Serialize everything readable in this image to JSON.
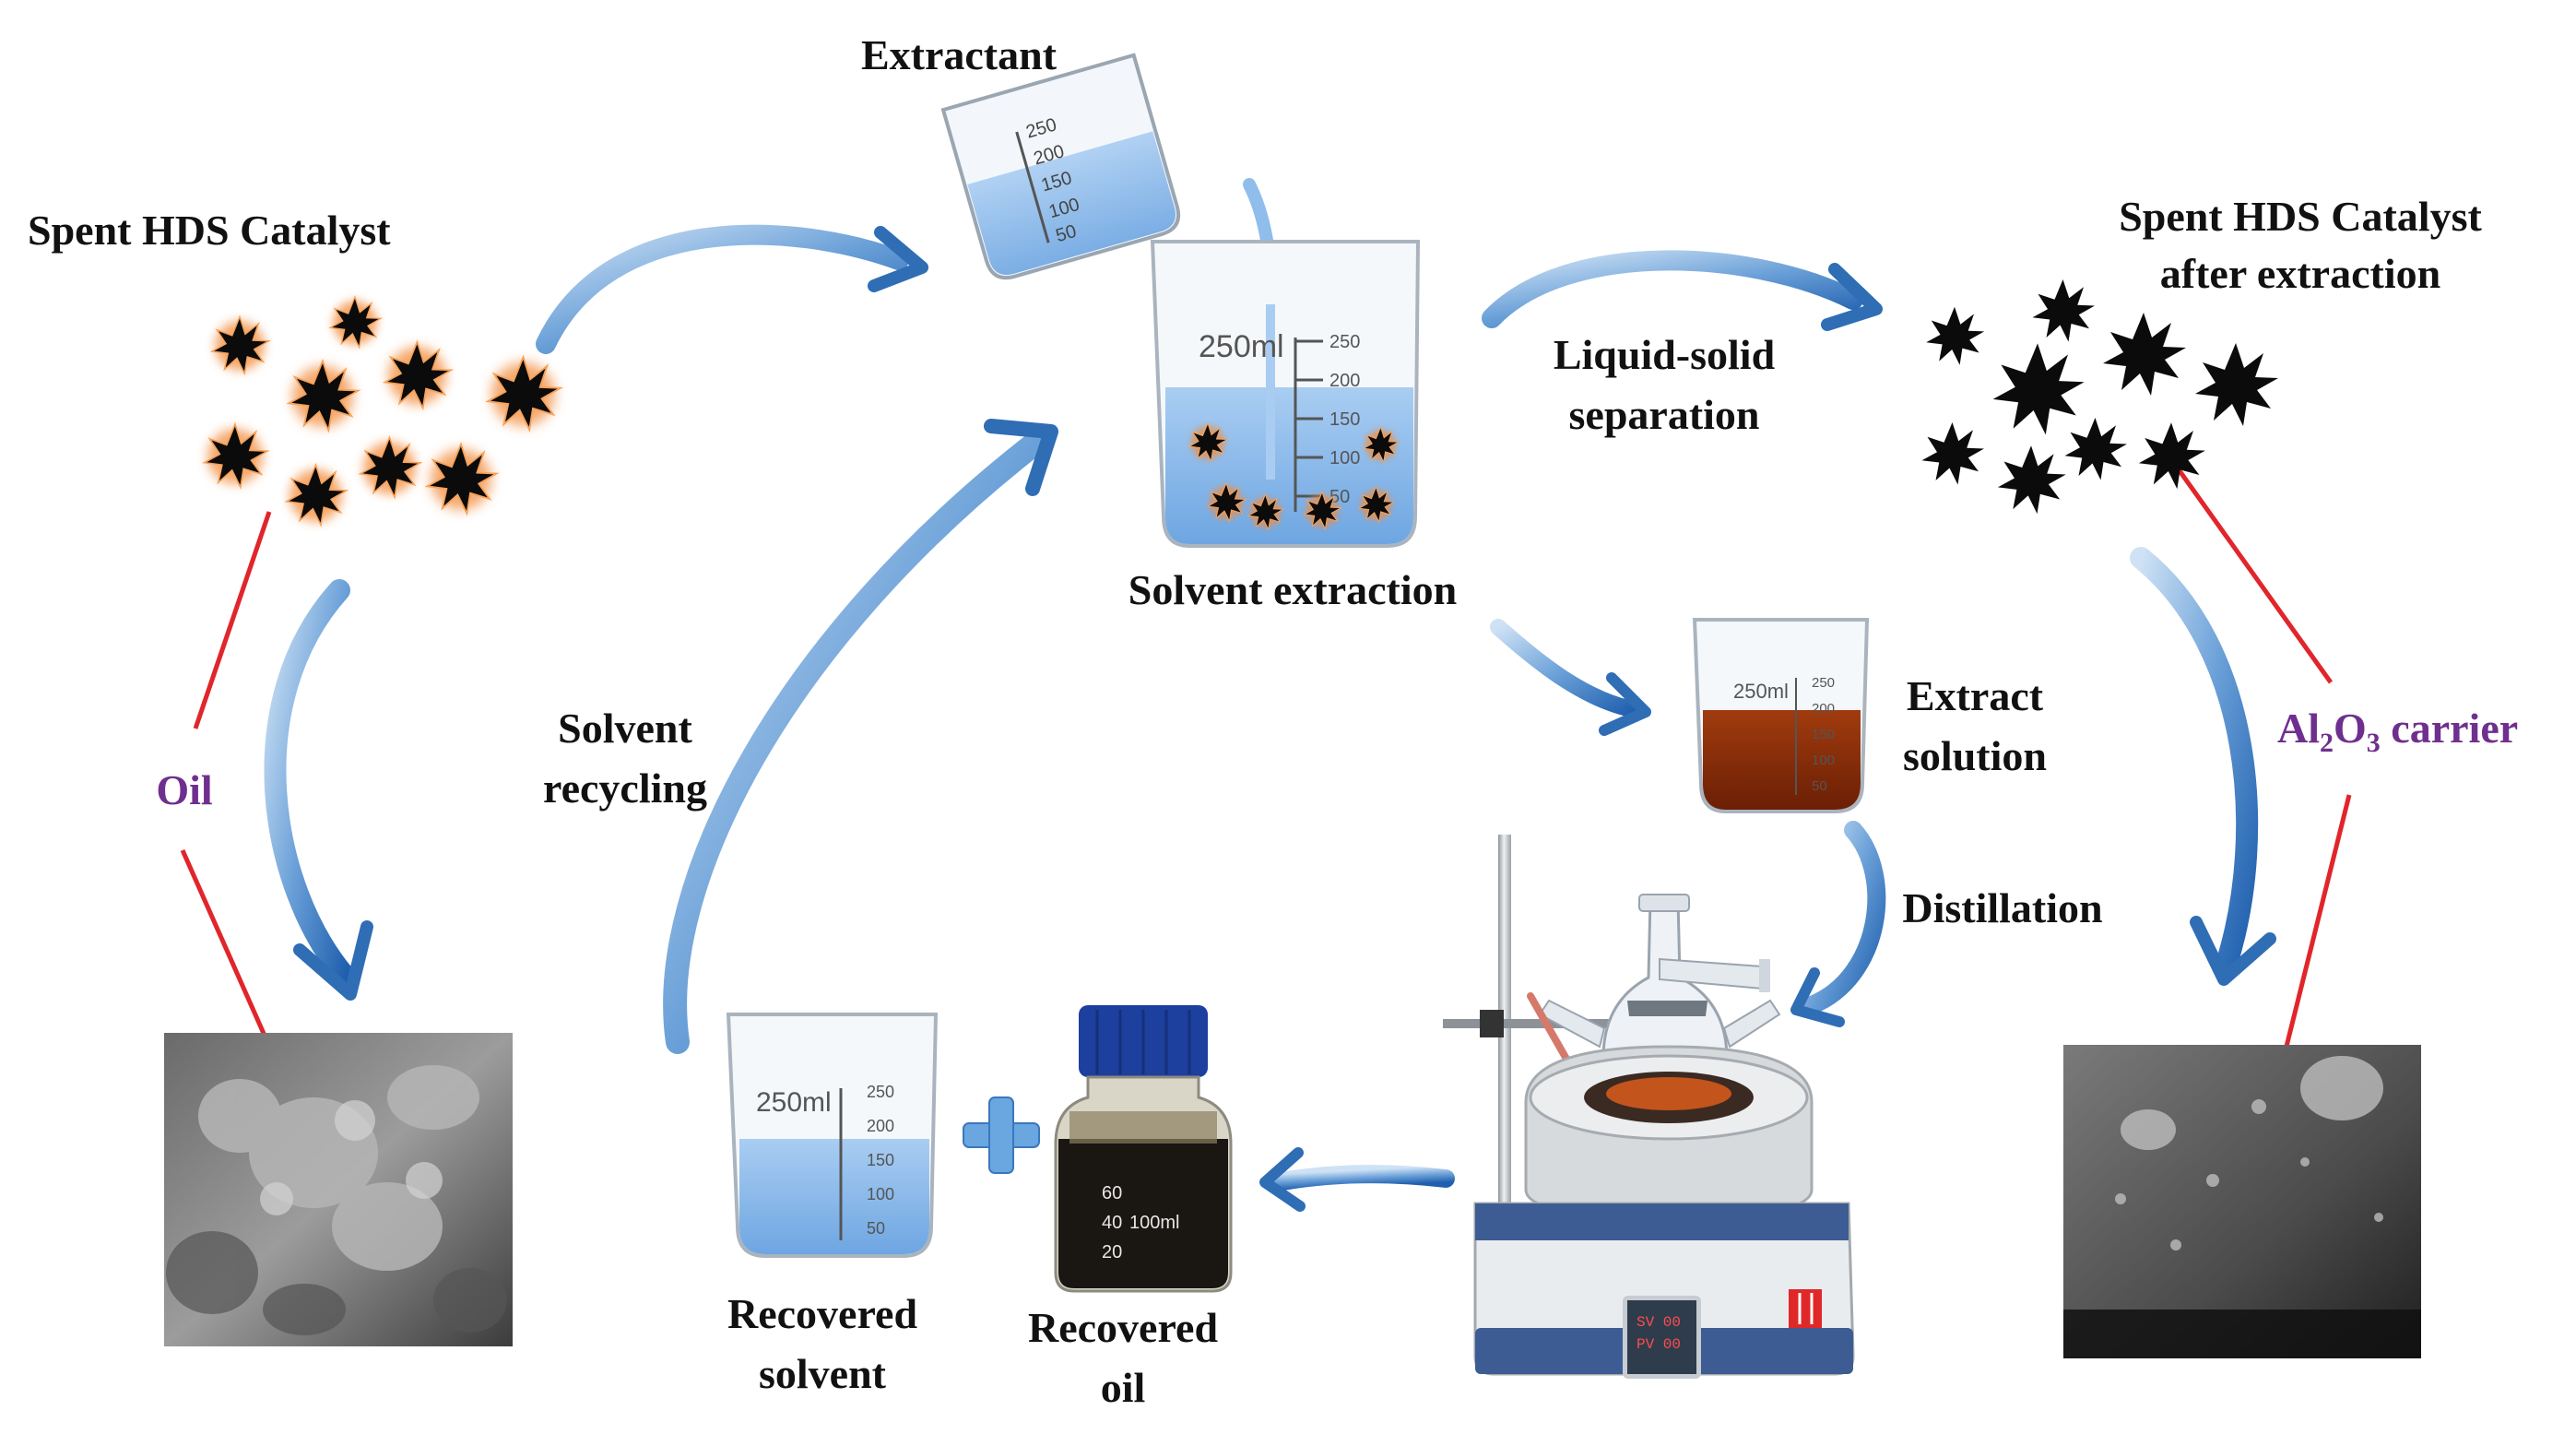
{
  "labels": {
    "spent_catalyst": "Spent HDS Catalyst",
    "extractant": "Extractant",
    "spent_after_line1": "Spent HDS Catalyst",
    "spent_after_line2": "after extraction",
    "liquid_solid_line1": "Liquid-solid",
    "liquid_solid_line2": "separation",
    "solvent_extraction": "Solvent extraction",
    "oil": "Oil",
    "al_part1": "Al",
    "al_sub1": "2",
    "al_part2": "O",
    "al_sub2": "3",
    "al_part3": " carrier",
    "solvent_recycling_line1": "Solvent",
    "solvent_recycling_line2": "recycling",
    "extract_solution_line1": "Extract",
    "extract_solution_line2": "solution",
    "distillation": "Distillation",
    "recovered_solvent_line1": "Recovered",
    "recovered_solvent_line2": "solvent",
    "recovered_oil_line1": "Recovered",
    "recovered_oil_line2": "oil"
  },
  "vessel_marks": {
    "big_beaker_volume": "250ml",
    "big_beaker_ticks": [
      "250",
      "200",
      "150",
      "100",
      "50"
    ],
    "pouring_beaker_ticks": [
      "250",
      "200",
      "150",
      "100",
      "50"
    ],
    "extract_beaker_volume": "250ml",
    "extract_beaker_ticks": [
      "250",
      "200",
      "150",
      "100",
      "50"
    ],
    "solvent_beaker_volume": "250ml",
    "solvent_beaker_ticks": [
      "250",
      "200",
      "150",
      "100",
      "50"
    ],
    "bottle_marks": [
      "100ml",
      "60",
      "40",
      "20"
    ],
    "display_top": "SV 00",
    "display_bottom": "PV 00"
  },
  "colors": {
    "arrow_blue": "#2f6db5",
    "link_red": "#e0262b",
    "label_purple": "#6f2f8f",
    "solvent_blue": "#7fb3e8",
    "extract_brown": "#8a2a08",
    "oil_black": "#1a1612",
    "catalyst_glow": "#f28c3c",
    "bottle_cap": "#1d3f9e"
  },
  "icons": {
    "particle": "spiky-particle-icon",
    "plus": "plus-icon"
  }
}
